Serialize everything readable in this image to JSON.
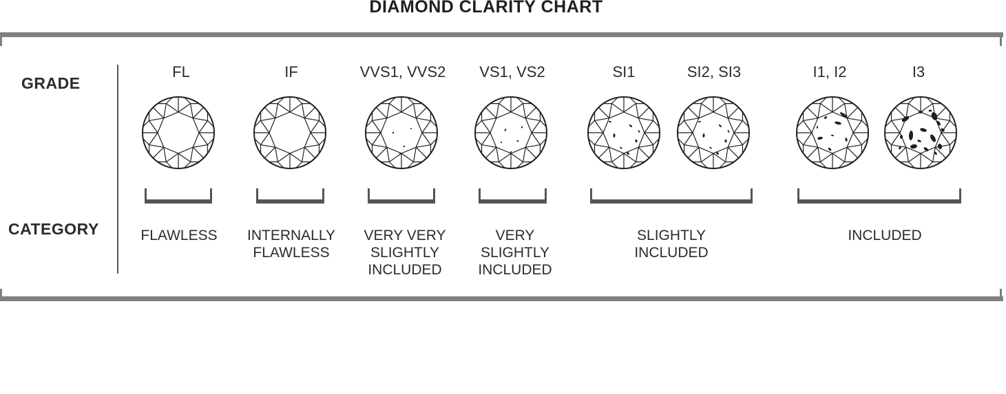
{
  "title": "DIAMOND CLARITY CHART",
  "labels": {
    "grade": "GRADE",
    "category": "CATEGORY"
  },
  "grades": [
    {
      "id": "fl",
      "label": "FL",
      "inclusions": "none"
    },
    {
      "id": "if",
      "label": "IF",
      "inclusions": "none"
    },
    {
      "id": "vvs",
      "label": "VVS1, VVS2",
      "inclusions": "minute"
    },
    {
      "id": "vs",
      "label": "VS1, VS2",
      "inclusions": "minor"
    },
    {
      "id": "si1",
      "label": "SI1",
      "inclusions": "noticeable"
    },
    {
      "id": "si2",
      "label": "SI2, SI3",
      "inclusions": "noticeable"
    },
    {
      "id": "i12",
      "label": "I1, I2",
      "inclusions": "obvious"
    },
    {
      "id": "i3",
      "label": "I3",
      "inclusions": "heavy"
    }
  ],
  "categories": [
    {
      "id": "flawless",
      "lines": [
        "FLAWLESS"
      ]
    },
    {
      "id": "internally-flawless",
      "lines": [
        "INTERNALLY",
        "FLAWLESS"
      ]
    },
    {
      "id": "vvs",
      "lines": [
        "VERY VERY",
        "SLIGHTLY",
        "INCLUDED"
      ]
    },
    {
      "id": "vs",
      "lines": [
        "VERY",
        "SLIGHTLY",
        "INCLUDED"
      ]
    },
    {
      "id": "si",
      "lines": [
        "SLIGHTLY",
        "INCLUDED"
      ]
    },
    {
      "id": "included",
      "lines": [
        "INCLUDED"
      ]
    }
  ],
  "colors": {
    "rail": "#7f7f7f",
    "bracket": "#555555",
    "ink": "#1f1f1f"
  }
}
